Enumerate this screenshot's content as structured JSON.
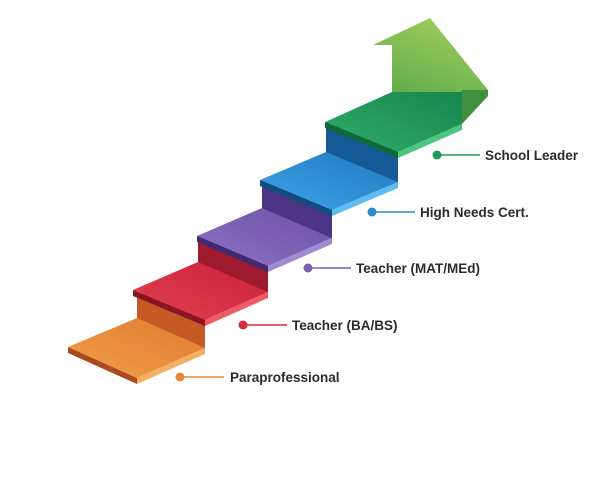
{
  "steps": [
    {
      "label": "Paraprofessional",
      "color": "#e8873a"
    },
    {
      "label": "Teacher (BA/BS)",
      "color": "#d42c3d"
    },
    {
      "label": "Teacher (MAT/MEd)",
      "color": "#7b5fb2"
    },
    {
      "label": "High Needs Cert.",
      "color": "#2b8ad0"
    },
    {
      "label": "School Leader",
      "color": "#1f9a5c"
    }
  ],
  "arrow": {
    "color": "#7cbc52"
  }
}
